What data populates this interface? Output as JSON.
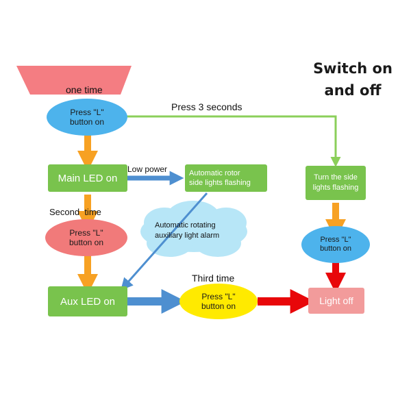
{
  "title_line1": "Switch on",
  "title_line2": "and off",
  "nodes": {
    "one_time": "one time",
    "press_l_1": "Press \"L\"\nbutton on",
    "main_led": "Main LED on",
    "second_time": "Second  time",
    "press_l_2": "Press \"L\"\nbutton on",
    "aux_led": "Aux LED on",
    "third_time": "Third time",
    "press_l_3": "Press \"L\"\nbutton on",
    "light_off": "Light off",
    "auto_rotor": "Automatic rotor\nside lights flashing",
    "low_power": "Low power",
    "auto_rotating_alarm": "Automatic rotating\nauxiliary light alarm",
    "press_3_seconds": "Press 3 seconds",
    "turn_side": "Turn the side\nlights flashing",
    "press_l_4": "Press \"L\"\nbutton on"
  },
  "colors": {
    "green": "#79c34d",
    "orange_arrow": "#f7a123",
    "blue_arrow": "#4e8fd0",
    "red_arrow": "#e8070a",
    "cloud": "#b7e6f7",
    "banner": "#f47d82"
  }
}
